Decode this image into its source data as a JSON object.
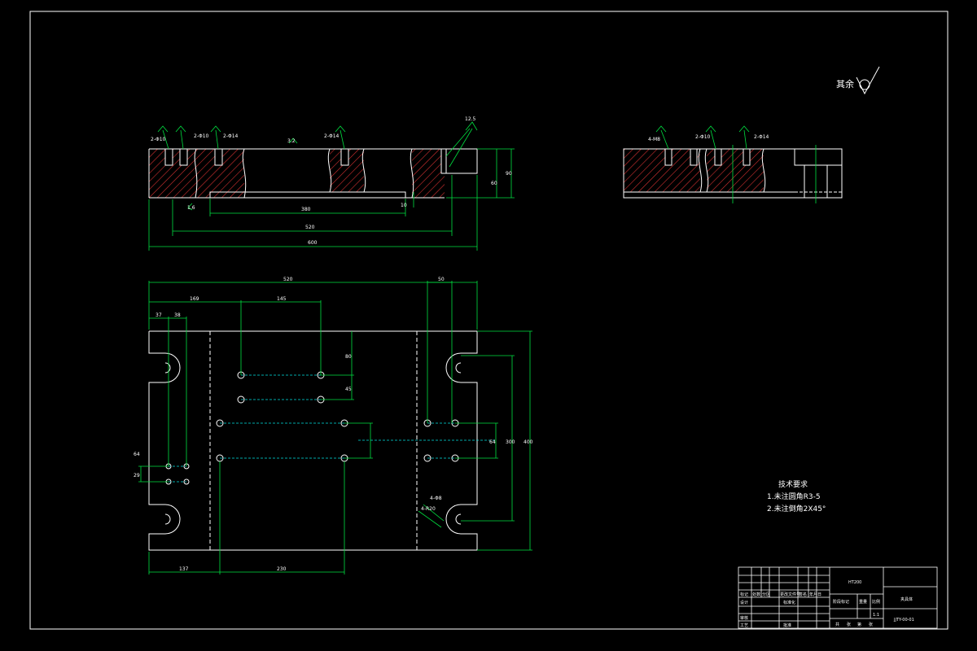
{
  "roughness": {
    "label": "其余"
  },
  "tech_notes": {
    "title": "技术要求",
    "line1": "1.未注圆角R3-5",
    "line2": "2.未注倒角2X45°"
  },
  "section_view": {
    "callouts": [
      "2-Φ10",
      "2-Φ10",
      "2-Φ14",
      "2-Φ14"
    ],
    "dims": [
      "380",
      "520",
      "600",
      "60",
      "90",
      "10"
    ],
    "roughness_marks": [
      "12.5",
      "3.2",
      "1.6"
    ]
  },
  "side_view": {
    "callouts": [
      "4-M8",
      "2-Φ10",
      "2-Φ14"
    ]
  },
  "plan_view": {
    "dims_top": [
      "520",
      "50",
      "169",
      "145",
      "37",
      "38"
    ],
    "dims_right": [
      "80",
      "45",
      "64",
      "300",
      "400"
    ],
    "dims_left": [
      "64",
      "29"
    ],
    "dims_bottom": [
      "137",
      "230"
    ],
    "hole_notes": [
      "4-Φ8",
      "4-R20"
    ]
  },
  "title_block": {
    "material": "HT200",
    "part_name": "夹具体",
    "drawing_no": "JJTY-00-01",
    "row_labels": [
      "标记",
      "处数",
      "分区",
      "更改文件号",
      "签名",
      "年月日"
    ],
    "role_labels": [
      "设计",
      "审核",
      "工艺"
    ],
    "std_label": "标准化",
    "approve_label": "批准",
    "stage_label": "阶段标记",
    "weight_label": "重量",
    "scale_label": "比例",
    "scale_value": "1:1",
    "sheet_labels": [
      "共",
      "张",
      "第",
      "张"
    ]
  }
}
